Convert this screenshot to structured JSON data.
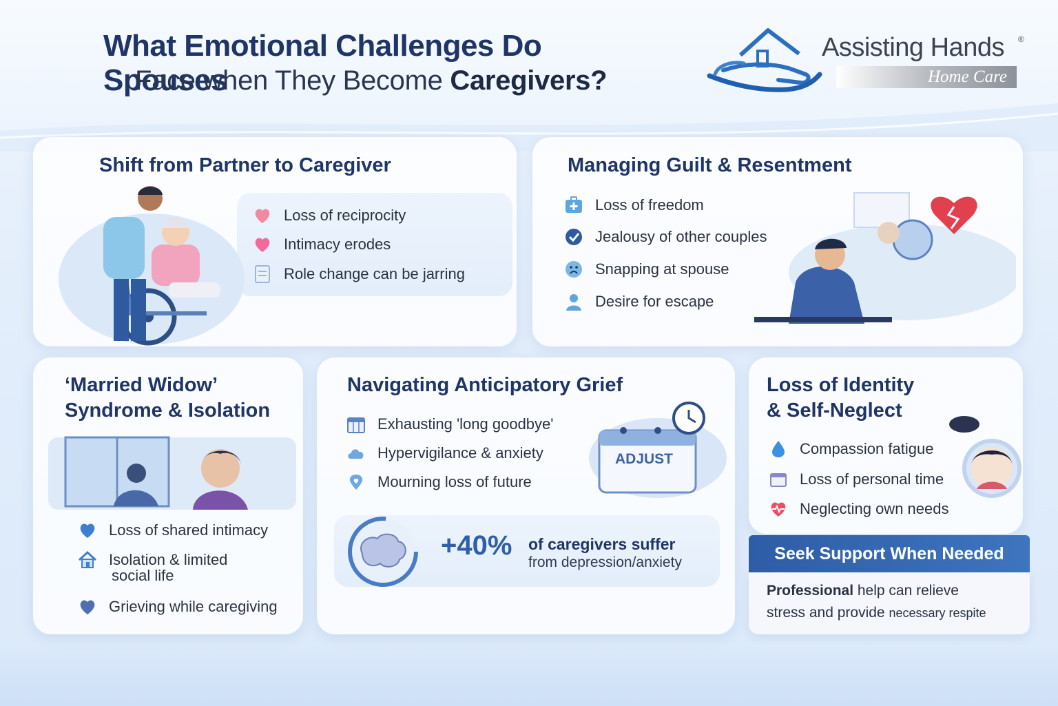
{
  "header": {
    "title_line1": "What Emotional Challenges Do Spouses",
    "title_line2_prefix": "Face when They Become ",
    "title_line2_bold": "Caregivers?",
    "logo_name": "Assisting Hands",
    "logo_reg": "®",
    "logo_sub": "Home Care"
  },
  "cards": {
    "partner": {
      "title": "Shift from Partner to Caregiver",
      "items": [
        "Loss of reciprocity",
        "Intimacy erodes",
        "Role change can be jarring"
      ]
    },
    "guilt": {
      "title": "Managing Guilt & Resentment",
      "items": [
        "Loss of freedom",
        "Jealousy of other couples",
        "Snapping at spouse",
        "Desire for escape"
      ]
    },
    "widow": {
      "title_line1": "‘Married Widow’",
      "title_line2": "Syndrome & Isolation",
      "items": [
        "Loss of shared intimacy",
        "Isolation & limited",
        "social life",
        "Grieving while caregiving"
      ]
    },
    "grief": {
      "title": "Navigating Anticipatory Grief",
      "items": [
        "Exhausting 'long goodbye'",
        "Hypervigilance & anxiety",
        "Mourning loss of future"
      ],
      "calendar_label": "ADJUST",
      "stat_value": "+40%",
      "stat_line1": "of caregivers suffer",
      "stat_line2": "from depression/anxiety"
    },
    "identity": {
      "title_line1": "Loss of Identity",
      "title_line2": "& Self-Neglect",
      "items": [
        "Compassion fatigue",
        "Loss of personal time",
        "Neglecting own needs"
      ],
      "support_title": "Seek Support When Needed",
      "support_bold": "Professional",
      "support_text1": " help can relieve",
      "support_text2": "stress and provide ",
      "support_small": "necessary respite"
    }
  },
  "colors": {
    "title_navy": "#1f3566",
    "accent_blue": "#2e5fa8",
    "heart_pink": "#e8607a"
  }
}
